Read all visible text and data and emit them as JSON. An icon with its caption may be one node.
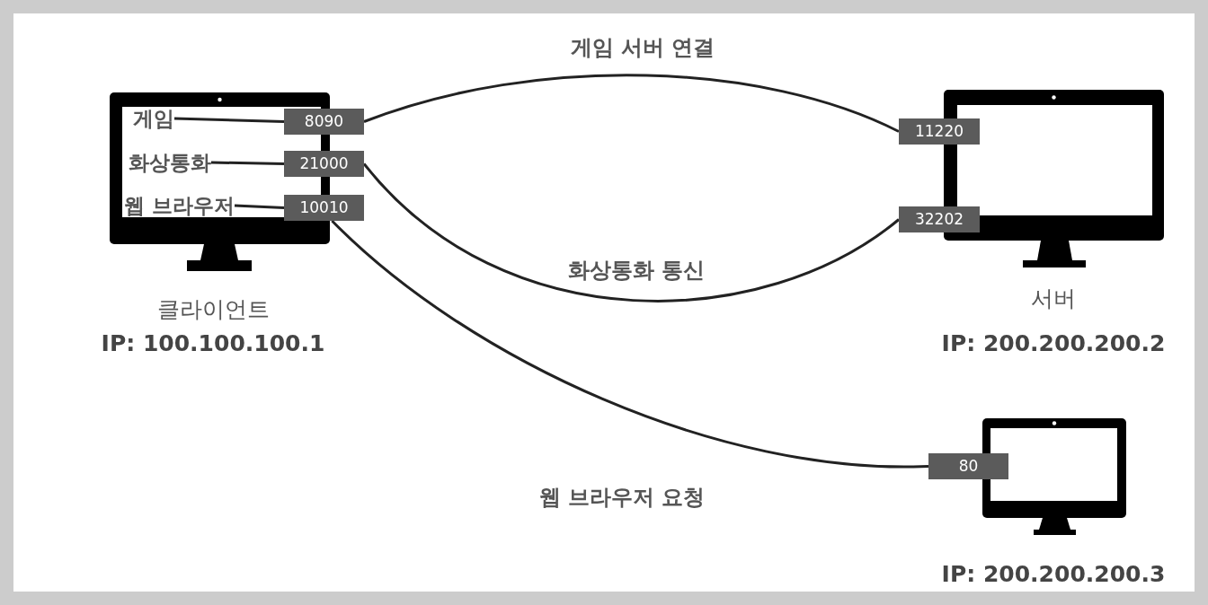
{
  "diagram": {
    "nodes": [
      {
        "text": [],
        "shape": "monitor",
        "beside": [
          "클라이언트",
          "IP: 100.100.100.1"
        ]
      },
      {
        "text": [
          "게임"
        ],
        "in": 0
      },
      {
        "text": [
          "8090"
        ]
      },
      {
        "text": [
          "화상통화"
        ],
        "in": 0
      },
      {
        "text": [
          "21000"
        ]
      },
      {
        "text": [
          "웹 브라우저"
        ],
        "in": 0
      },
      {
        "text": [
          "10010"
        ]
      },
      {
        "text": [],
        "shape": "monitor",
        "beside": [
          "서버",
          "IP: 200.200.200.2"
        ]
      },
      {
        "text": [
          "11220"
        ]
      },
      {
        "text": [
          "32202"
        ]
      },
      {
        "text": [],
        "shape": "monitor",
        "beside": [
          "IP: 200.200.200.3"
        ]
      },
      {
        "text": [
          "80"
        ]
      }
    ],
    "edges": [
      {
        "from": 1,
        "to": 2,
        "arrow": "none"
      },
      {
        "from": 3,
        "to": 4,
        "arrow": "none"
      },
      {
        "from": 5,
        "to": 6,
        "arrow": "none"
      },
      {
        "from": 2,
        "to": 8,
        "arrow": "none",
        "label": "게임 서버 연결"
      },
      {
        "from": 4,
        "to": 9,
        "arrow": "none",
        "label": "화상통화 통신"
      },
      {
        "from": 6,
        "to": 11,
        "arrow": "none",
        "label": "웹 브라우저 요청"
      }
    ]
  }
}
